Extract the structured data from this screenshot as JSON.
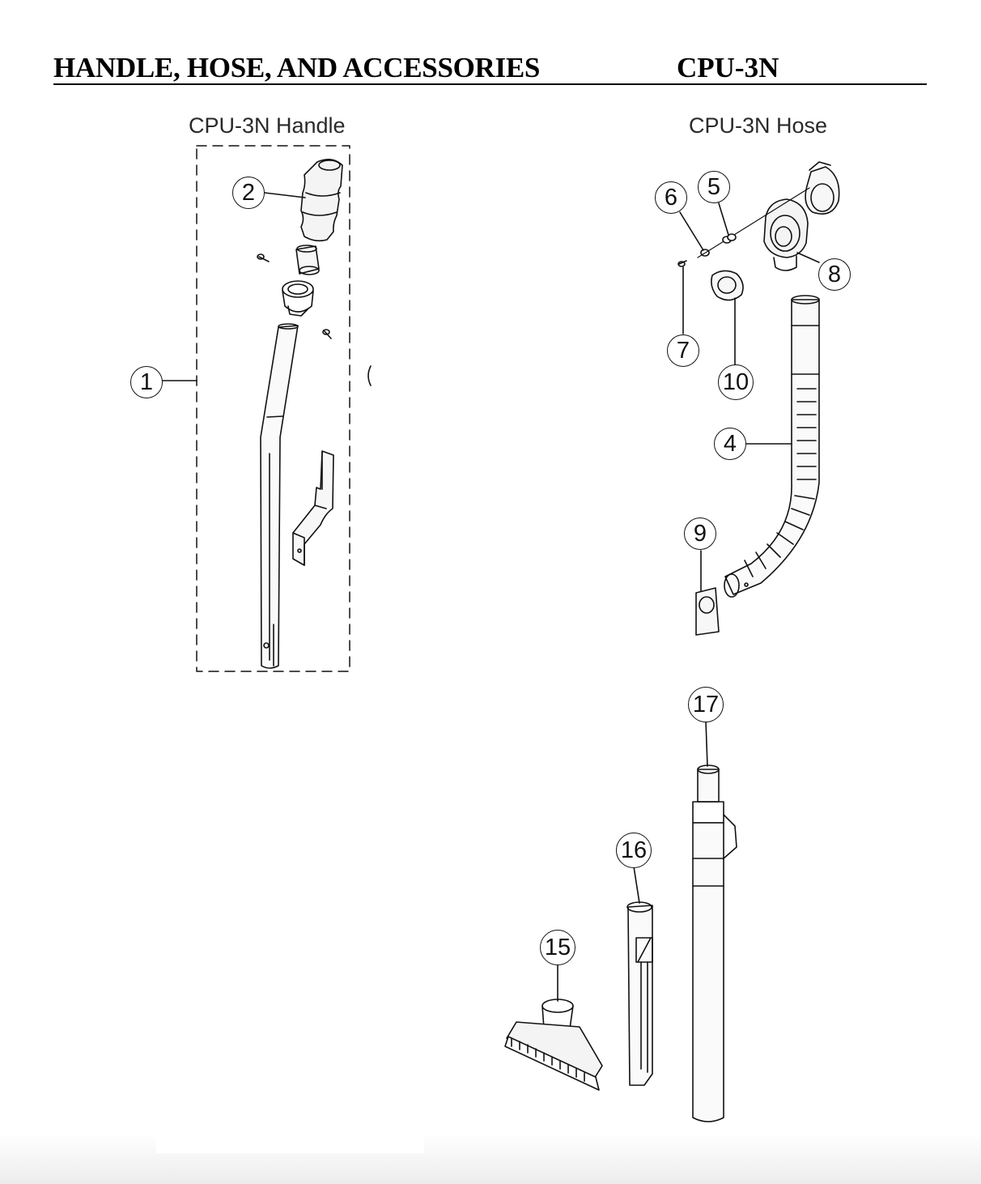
{
  "header": {
    "title": "HANDLE, HOSE, AND ACCESSORIES",
    "model": "CPU-3N"
  },
  "sections": {
    "handle_label": "CPU-3N Handle",
    "hose_label": "CPU-3N Hose"
  },
  "callouts": {
    "c1": "1",
    "c2": "2",
    "c4": "4",
    "c5": "5",
    "c6": "6",
    "c7": "7",
    "c8": "8",
    "c9": "9",
    "c10": "10",
    "c15": "15",
    "c16": "16",
    "c17": "17"
  }
}
